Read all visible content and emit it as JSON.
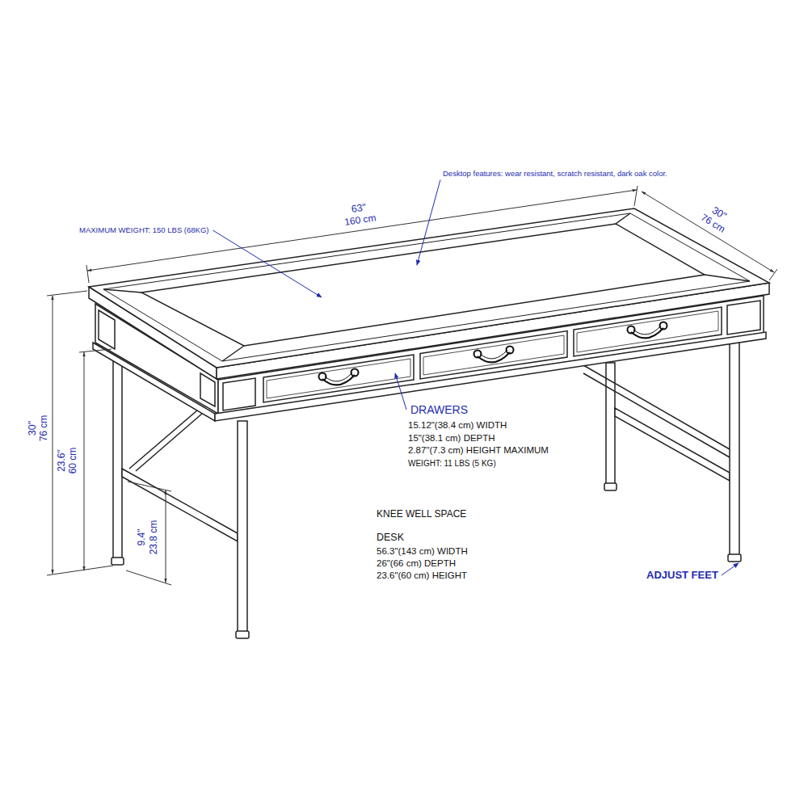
{
  "diagram": {
    "labels": [
      "Desktop features: wear resistant, scratch resistant, dark oak color.",
      "63\"",
      "160 cm",
      "30\"",
      "76 cm",
      "MAXIMUM WEIGHT: 150 LBS (68KG)",
      "30\"",
      "76 cm",
      "23.6\"",
      "60 cm",
      "DRAWERS",
      "15.12\"(38.4 cm) WIDTH",
      "15\"(38.1 cm) DEPTH",
      "2.87\"(7.3 cm) HEIGHT MAXIMUM",
      "WEIGHT: 11 LBS (5 KG)",
      "9.4\"",
      "23.8 cm",
      "KNEE WELL SPACE",
      "DESK",
      "56.3\"(143 cm) WIDTH",
      "26\"(66 cm) DEPTH",
      "23.6\"(60 cm) HEIGHT",
      "ADJUST FEET"
    ]
  }
}
